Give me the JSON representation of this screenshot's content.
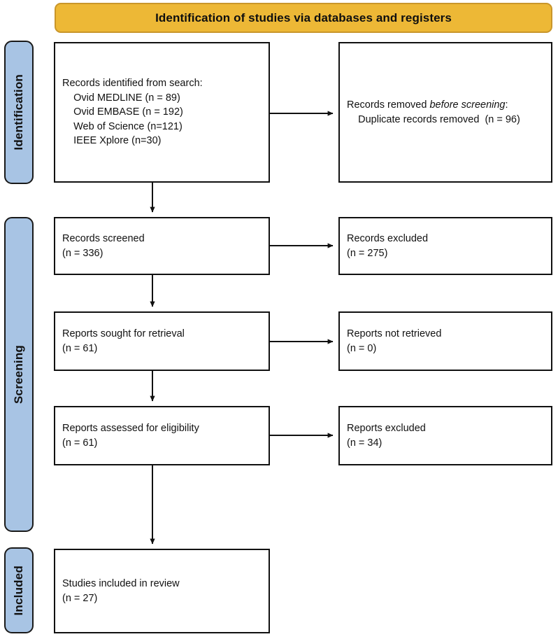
{
  "banner": {
    "title": "Identification of studies via databases and registers"
  },
  "stages": [
    {
      "id": "identification",
      "label": "Identification"
    },
    {
      "id": "screening",
      "label": "Screening"
    },
    {
      "id": "included",
      "label": "Included"
    }
  ],
  "boxes": {
    "records_identified": {
      "title": "Records identified from search:",
      "sources": [
        "Ovid MEDLINE (n = 89)",
        "Ovid EMBASE (n = 192)",
        "Web of Science (n=121)",
        "IEEE Xplore (n=30)"
      ],
      "text": "Records identified from search:\n    Ovid MEDLINE (n = 89)\n    Ovid EMBASE (n = 192)\n    Web of Science (n=121)\n    IEEE Xplore (n=30)"
    },
    "records_removed": {
      "lead": "Records removed ",
      "emphasis": "before screening",
      "lead_end": ":",
      "detail": "    Duplicate records removed  (n = 96)",
      "count": 96
    },
    "records_screened": {
      "label": "Records screened",
      "count_text": "(n = 336)",
      "count": 336,
      "text": "Records screened\n(n = 336)"
    },
    "records_excluded": {
      "label": "Records excluded",
      "count_text": "(n = 275)",
      "count": 275,
      "text": "Records excluded\n(n = 275)"
    },
    "reports_sought": {
      "label": "Reports sought for retrieval",
      "count_text": "(n = 61)",
      "count": 61,
      "text": "Reports sought for retrieval\n(n = 61)"
    },
    "reports_not_retrieved": {
      "label": "Reports not retrieved",
      "count_text": "(n = 0)",
      "count": 0,
      "text": "Reports not retrieved\n(n = 0)"
    },
    "reports_assessed": {
      "label": "Reports assessed for eligibility",
      "count_text": "(n = 61)",
      "count": 61,
      "text": "Reports assessed for eligibility\n(n = 61)"
    },
    "reports_excluded": {
      "label": "Reports excluded",
      "count_text": "(n = 34)",
      "count": 34,
      "text": "Reports excluded\n(n = 34)"
    },
    "studies_included": {
      "label": "Studies included in review",
      "count_text": "(n = 27)",
      "count": 27,
      "text": "Studies included in review\n(n = 27)"
    }
  },
  "colors": {
    "banner_fill": "#edb836",
    "stage_fill": "#a8c4e4",
    "box_border": "#111111",
    "arrow": "#111111",
    "background": "#ffffff"
  }
}
